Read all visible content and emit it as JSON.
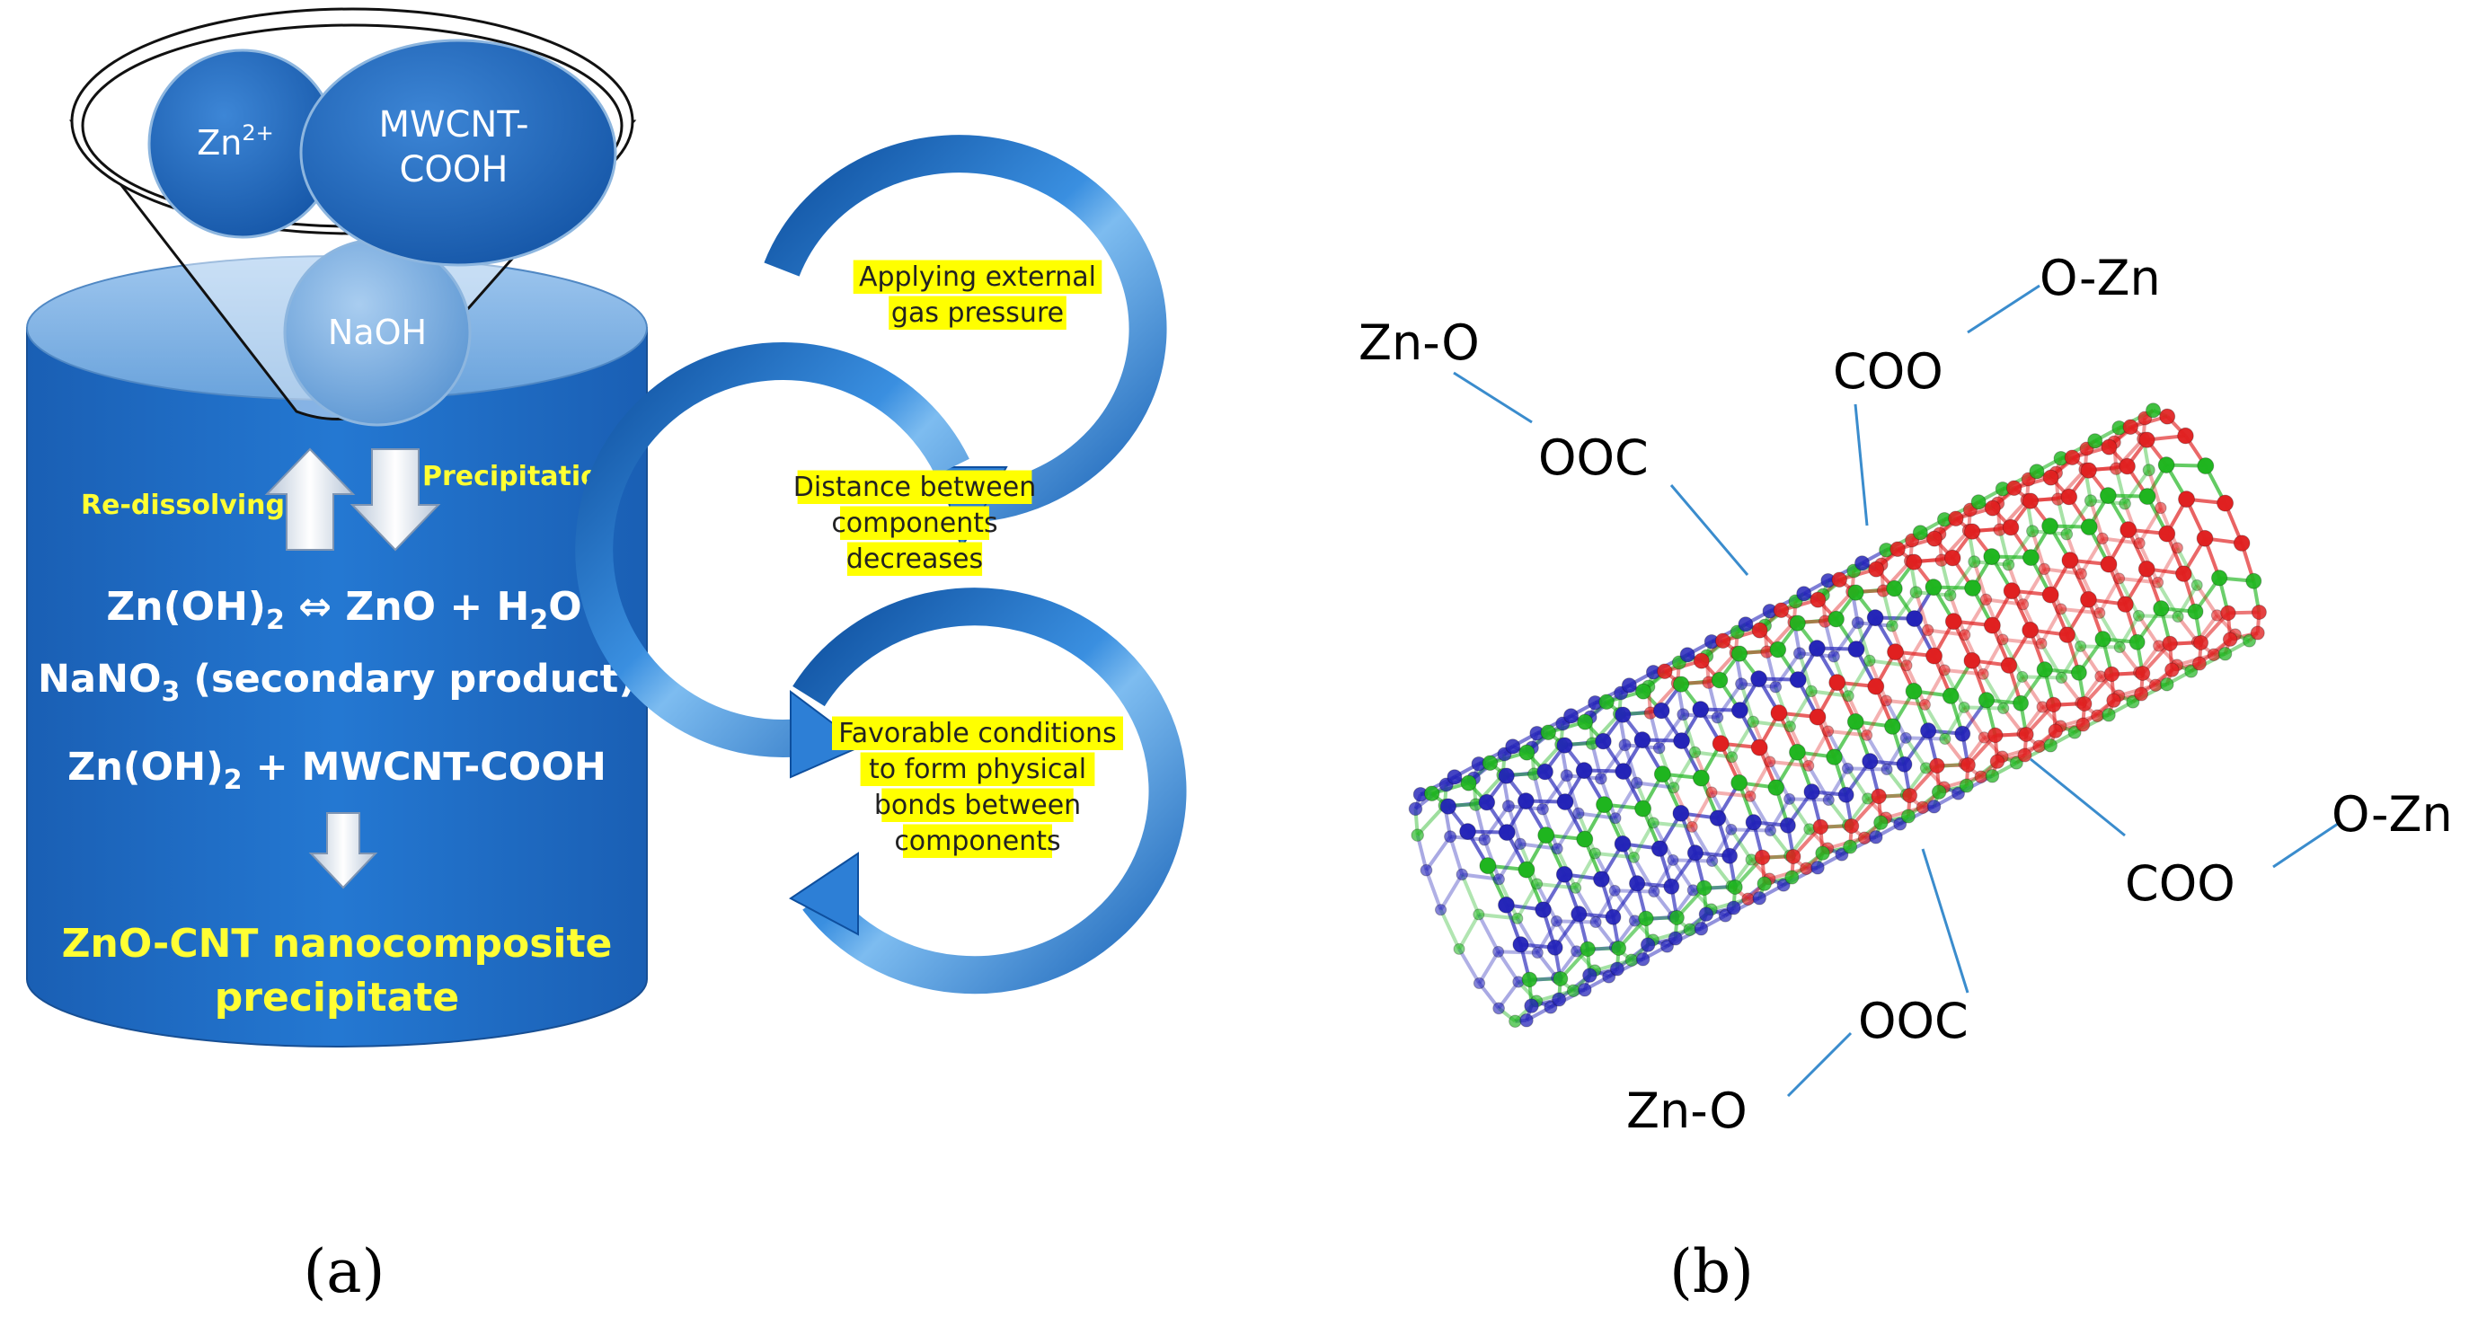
{
  "panel_a": {
    "funnel": {
      "ion": "Zn",
      "ion_charge": "2+",
      "cnt_line1": "MWCNT-",
      "cnt_line2": "COOH",
      "base": "NaOH"
    },
    "arrows": {
      "redissolving": "Re-dissolving",
      "precipitation": "Precipitation"
    },
    "equations": {
      "eq1_a": "Zn(OH)",
      "eq1_sub": "2",
      "eq1_b": " ⇔ ZnO + H",
      "eq1_sub2": "2",
      "eq1_c": "O",
      "eq2_a": "NaNO",
      "eq2_sub": "3",
      "eq2_b": " (secondary product)",
      "eq3_a": "Zn(OH)",
      "eq3_sub": "2",
      "eq3_b": " + MWCNT-COOH",
      "result_line1": "ZnO-CNT nanocomposite",
      "result_line2": "precipitate"
    },
    "cycle_steps": [
      {
        "lines": [
          "Applying external",
          "gas pressure"
        ]
      },
      {
        "lines": [
          "Distance between",
          "components",
          "decreases"
        ]
      },
      {
        "lines": [
          "Favorable conditions",
          "to form physical",
          "bonds between",
          "components"
        ]
      }
    ],
    "caption": "(a)"
  },
  "panel_b": {
    "labels": {
      "zno_top_left": "Zn-O",
      "ooc_top": "OOC",
      "coo_top": "COO",
      "ozn_top_right": "O-Zn",
      "coo_right": "COO",
      "ozn_right": "O-Zn",
      "ooc_bottom": "OOC",
      "zno_bottom": "Zn-O"
    },
    "caption": "(b)"
  },
  "colors": {
    "cylinder_blue": "#1f6fc9",
    "cylinder_top": "#7fb2e5",
    "yellow_text": "#ffff33",
    "highlight": "#ffff00",
    "atom_red": "#e02020",
    "atom_green": "#1fb51f",
    "atom_blue": "#2323b8",
    "leader_line": "#3a8ccd"
  }
}
